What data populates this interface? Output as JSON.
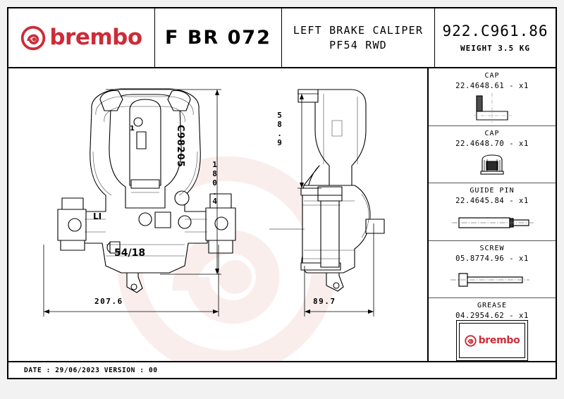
{
  "sheet": {
    "background_color": "#f2f2f2",
    "paper_color": "#ffffff",
    "border_color": "#000000",
    "brand_color": "#cc2c38"
  },
  "header": {
    "logo_text": "brembo",
    "logo_icon": "brembo-roundel-icon",
    "code": "F BR 072",
    "description_line1": "LEFT BRAKE CALIPER",
    "description_line2": "PF54 RWD",
    "part_number": "922.C961.86",
    "weight": "WEIGHT 3.5 KG"
  },
  "drawing": {
    "watermark_text": "brembo-roundel-watermark",
    "front_view": {
      "label_model": "C98205",
      "label_size": "54/18",
      "label_side": "LI",
      "label_index": "1",
      "dimension_width": "207.6",
      "dimension_height": "180.4"
    },
    "side_view": {
      "dimension_width": "89.7",
      "dimension_height": "58.9"
    }
  },
  "sidebar": {
    "items": [
      {
        "title": "CAP",
        "code": "22.4648.61 - x1",
        "icon": "cap-bracket-icon"
      },
      {
        "title": "CAP",
        "code": "22.4648.70 - x1",
        "icon": "cap-round-icon"
      },
      {
        "title": "GUIDE PIN",
        "code": "22.4645.84 - x1",
        "icon": "guide-pin-icon"
      },
      {
        "title": "SCREW",
        "code": "05.8774.96 - x1",
        "icon": "screw-icon"
      },
      {
        "title": "GREASE",
        "code": "04.2954.62 - x1",
        "icon": "grease-tube-icon",
        "tube_logo_text": "brembo"
      }
    ]
  },
  "footer": {
    "text": "DATE : 29/06/2023 VERSION : 00"
  }
}
